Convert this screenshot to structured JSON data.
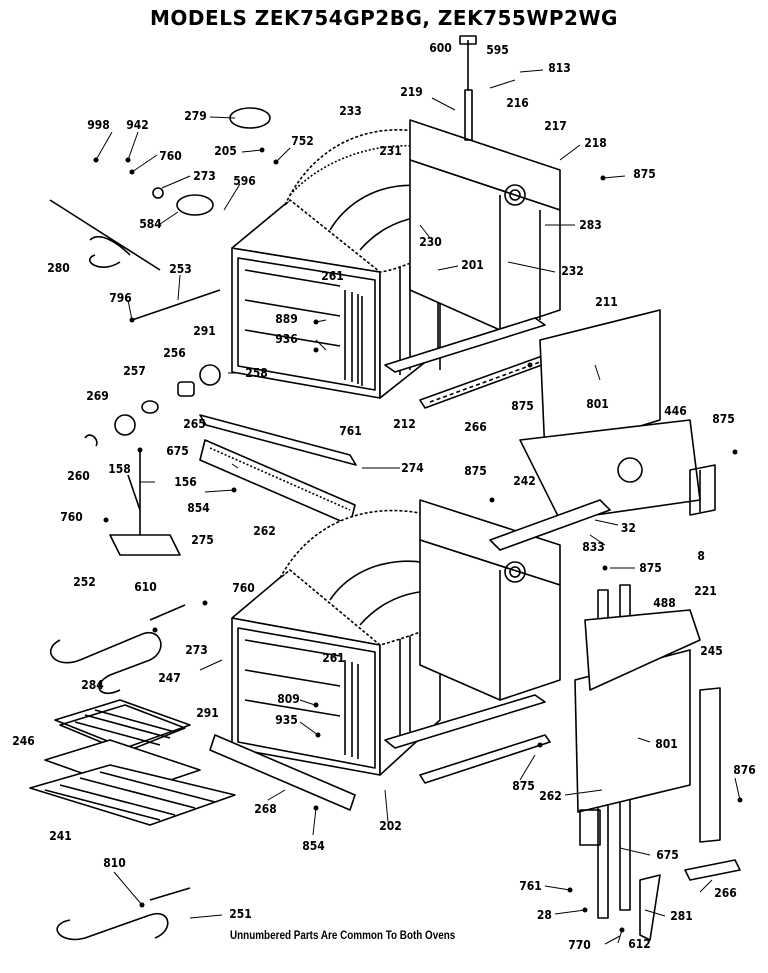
{
  "title": "MODELS ZEK754GP2BG, ZEK755WP2WG",
  "footer": "Unnumbered Parts Are Common To Both Ovens",
  "callouts": [
    "998",
    "942",
    "760",
    "273",
    "596",
    "584",
    "280",
    "279",
    "205",
    "752",
    "233",
    "231",
    "600",
    "595",
    "813",
    "219",
    "216",
    "217",
    "218",
    "875",
    "283",
    "230",
    "201",
    "232",
    "253",
    "796",
    "261",
    "889",
    "936",
    "291",
    "256",
    "258",
    "257",
    "265",
    "269",
    "260",
    "675",
    "158",
    "156",
    "761",
    "274",
    "854",
    "262",
    "760",
    "275",
    "875",
    "242",
    "212",
    "266",
    "875",
    "211",
    "801",
    "446",
    "875",
    "8",
    "32",
    "833",
    "875",
    "252",
    "610",
    "760",
    "273",
    "284",
    "247",
    "261",
    "809",
    "935",
    "291",
    "246",
    "241",
    "268",
    "854",
    "202",
    "875",
    "488",
    "221",
    "245",
    "801",
    "876",
    "262",
    "675",
    "266",
    "761",
    "28",
    "281",
    "770",
    "612",
    "810",
    "251"
  ]
}
